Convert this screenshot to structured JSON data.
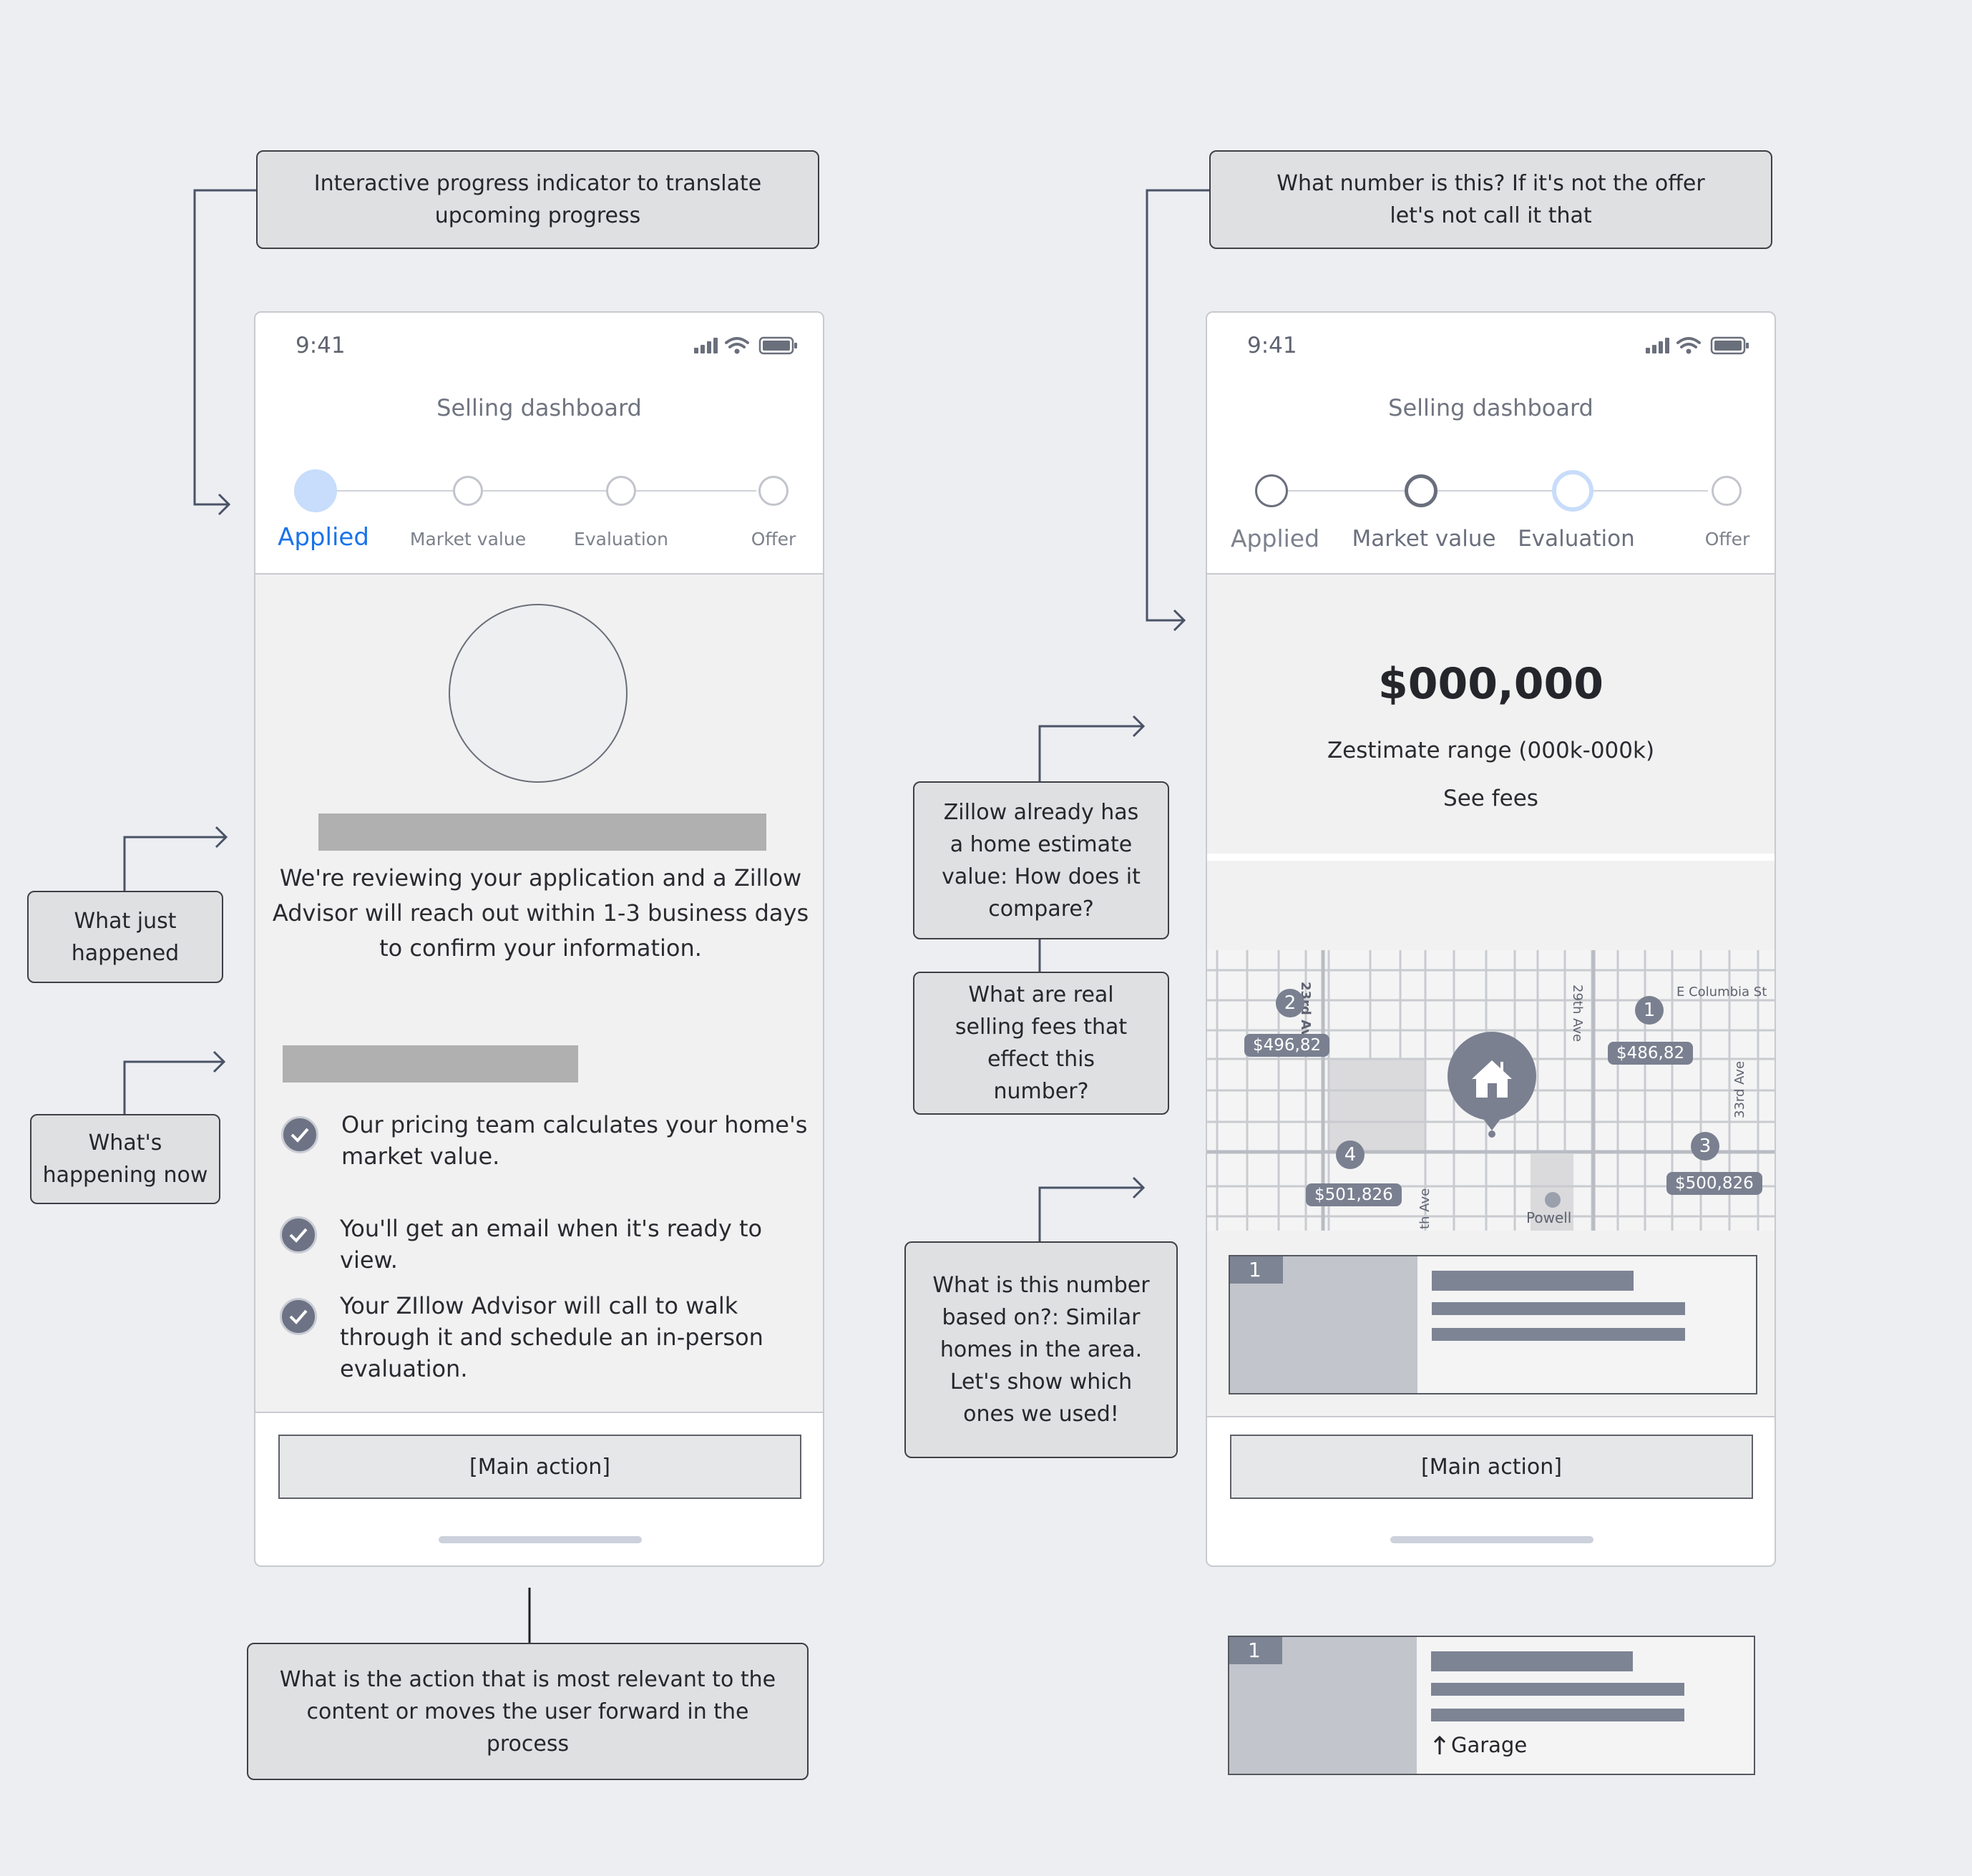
{
  "annotations": {
    "progress_indicator": "Interactive progress indicator to translate upcoming progress",
    "what_number": "What number is this? If it's not the offer let's not call it that",
    "what_just_happened": "What just\nhappened",
    "whats_happening_now": "What's\nhappening now",
    "zillow_estimate": "Zillow already has\na home estimate\nvalue: How does it\ncompare?",
    "selling_fees": "What are real\nselling fees that\neffect this\nnumber?",
    "number_based_on": "What is this number\nbased on?: Similar\nhomes in the area.\nLet's show which\nones we used!",
    "main_action_note": "What is the action that is most relevant to the\ncontent or moves the user forward in the\nprocess"
  },
  "phone_left": {
    "time": "9:41",
    "title": "Selling dashboard",
    "steps": [
      "Applied",
      "Market value",
      "Evaluation",
      "Offer"
    ],
    "active_step": "Applied",
    "review_text": "We're reviewing your application and a Zillow\nAdvisor will reach out within 1-3 business days\nto confirm your information.",
    "checklist": [
      "Our pricing team calculates your home's\nmarket value.",
      "You'll get an email when it's ready to view.",
      "Your ZIllow Advisor will call to walk\nthrough it and schedule an in-person\nevaluation."
    ],
    "main_action": "[Main action]"
  },
  "phone_right": {
    "time": "9:41",
    "title": "Selling dashboard",
    "steps": [
      "Applied",
      "Market value",
      "Evaluation",
      "Offer"
    ],
    "current_step": "Evaluation",
    "price": "$000,000",
    "zestimate_range": "Zestimate range (000k-000k)",
    "see_fees": "See fees",
    "map": {
      "streets": [
        "23rd Ave",
        "29th Ave",
        "E Columbia St",
        "33rd Ave",
        "th Ave",
        "Powell"
      ],
      "pins": [
        {
          "number": "1",
          "price": "$486,82"
        },
        {
          "number": "2",
          "price": "$496,82"
        },
        {
          "number": "3",
          "price": "$500,826"
        },
        {
          "number": "4",
          "price": "$501,826"
        }
      ]
    },
    "comp_card_number": "1",
    "main_action": "[Main action]"
  },
  "detail_card": {
    "number": "1",
    "feature": "Garage",
    "feature_icon": "arrow-up-icon"
  },
  "colors": {
    "background": "#eceef2",
    "active_blue": "#1a73e8",
    "active_step_fill": "#c8dcfb",
    "note_fill": "#dfe0e2"
  }
}
